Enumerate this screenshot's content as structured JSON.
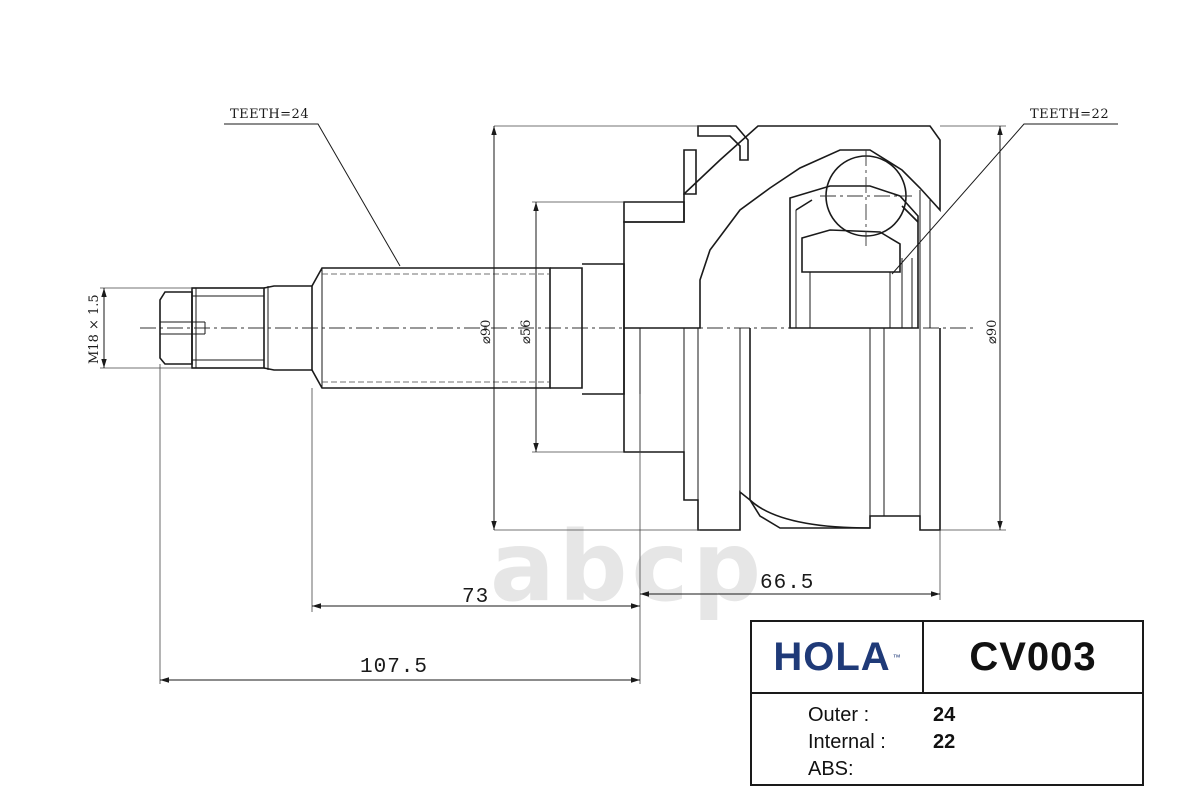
{
  "drawing": {
    "watermark": "abcp",
    "annotations": {
      "teeth_outer": "TEETH=24",
      "teeth_inner": "TEETH=22",
      "thread": "M18 × 1.5",
      "dia_shaft": "⌀90",
      "dia_flange": "⌀56",
      "dia_housing": "⌀90"
    },
    "dimensions": {
      "shaft_length": "73",
      "housing_length": "66.5",
      "total_length": "107.5"
    }
  },
  "info_table": {
    "brand": "HOLA",
    "trademark": "™",
    "model": "CV003",
    "rows": [
      {
        "label": "Outer :",
        "value": "24"
      },
      {
        "label": "Internal :",
        "value": "22"
      },
      {
        "label": "ABS:",
        "value": ""
      }
    ]
  },
  "colors": {
    "brand": "#1f3a78",
    "ink": "#1a1a1a"
  }
}
